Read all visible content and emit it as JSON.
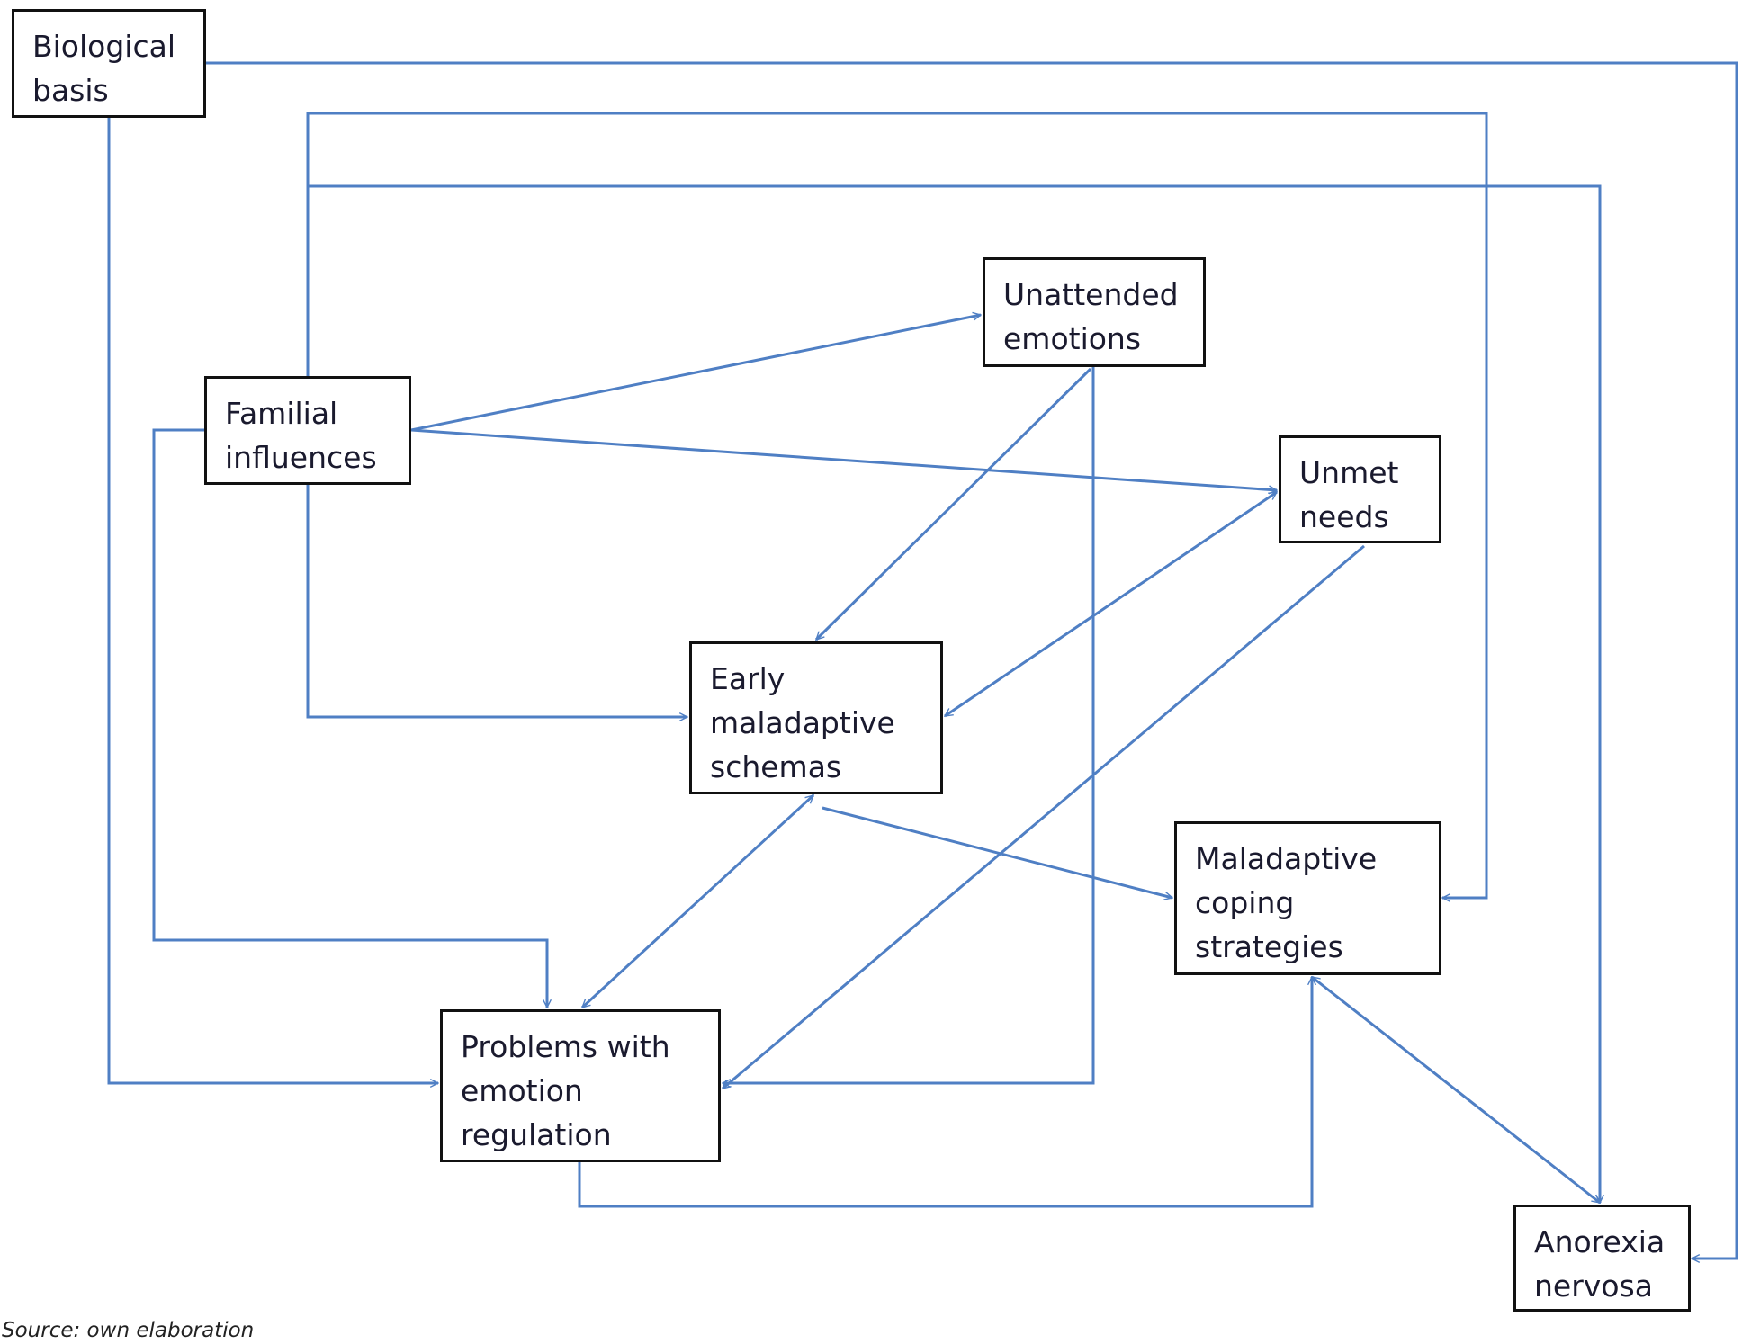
{
  "diagram": {
    "nodes": [
      {
        "id": "biological",
        "lines": [
          "Biological",
          "basis"
        ]
      },
      {
        "id": "familial",
        "lines": [
          "Familial",
          "influences"
        ]
      },
      {
        "id": "unattended",
        "lines": [
          "Unattended",
          "emotions"
        ]
      },
      {
        "id": "unmet",
        "lines": [
          "Unmet",
          "needs"
        ]
      },
      {
        "id": "schemas",
        "lines": [
          "Early",
          "maladaptive",
          "schemas"
        ]
      },
      {
        "id": "coping",
        "lines": [
          "Maladaptive",
          "coping",
          "strategies"
        ]
      },
      {
        "id": "regulation",
        "lines": [
          "Problems with",
          "emotion",
          "regulation"
        ]
      },
      {
        "id": "anorexia",
        "lines": [
          "Anorexia",
          "nervosa"
        ]
      }
    ],
    "edges": [
      {
        "from": "biological",
        "to": "anorexia",
        "direction": "forward"
      },
      {
        "from": "biological",
        "to": "regulation",
        "direction": "forward"
      },
      {
        "from": "familial",
        "to": "coping",
        "direction": "forward"
      },
      {
        "from": "familial",
        "to": "anorexia",
        "direction": "forward"
      },
      {
        "from": "familial",
        "to": "unattended",
        "direction": "forward"
      },
      {
        "from": "familial",
        "to": "unmet",
        "direction": "forward"
      },
      {
        "from": "familial",
        "to": "schemas",
        "direction": "forward"
      },
      {
        "from": "familial",
        "to": "regulation",
        "direction": "forward"
      },
      {
        "from": "unattended",
        "to": "schemas",
        "direction": "forward"
      },
      {
        "from": "unattended",
        "to": "regulation",
        "direction": "forward"
      },
      {
        "from": "unmet",
        "to": "schemas",
        "direction": "bidirectional"
      },
      {
        "from": "unmet",
        "to": "regulation",
        "direction": "forward"
      },
      {
        "from": "schemas",
        "to": "coping",
        "direction": "forward"
      },
      {
        "from": "schemas",
        "to": "regulation",
        "direction": "bidirectional"
      },
      {
        "from": "regulation",
        "to": "coping",
        "direction": "forward"
      },
      {
        "from": "coping",
        "to": "anorexia",
        "direction": "bidirectional"
      }
    ],
    "colors": {
      "edge": "#4f7fc4",
      "node_border": "#111111"
    }
  },
  "caption": "Source: own elaboration"
}
